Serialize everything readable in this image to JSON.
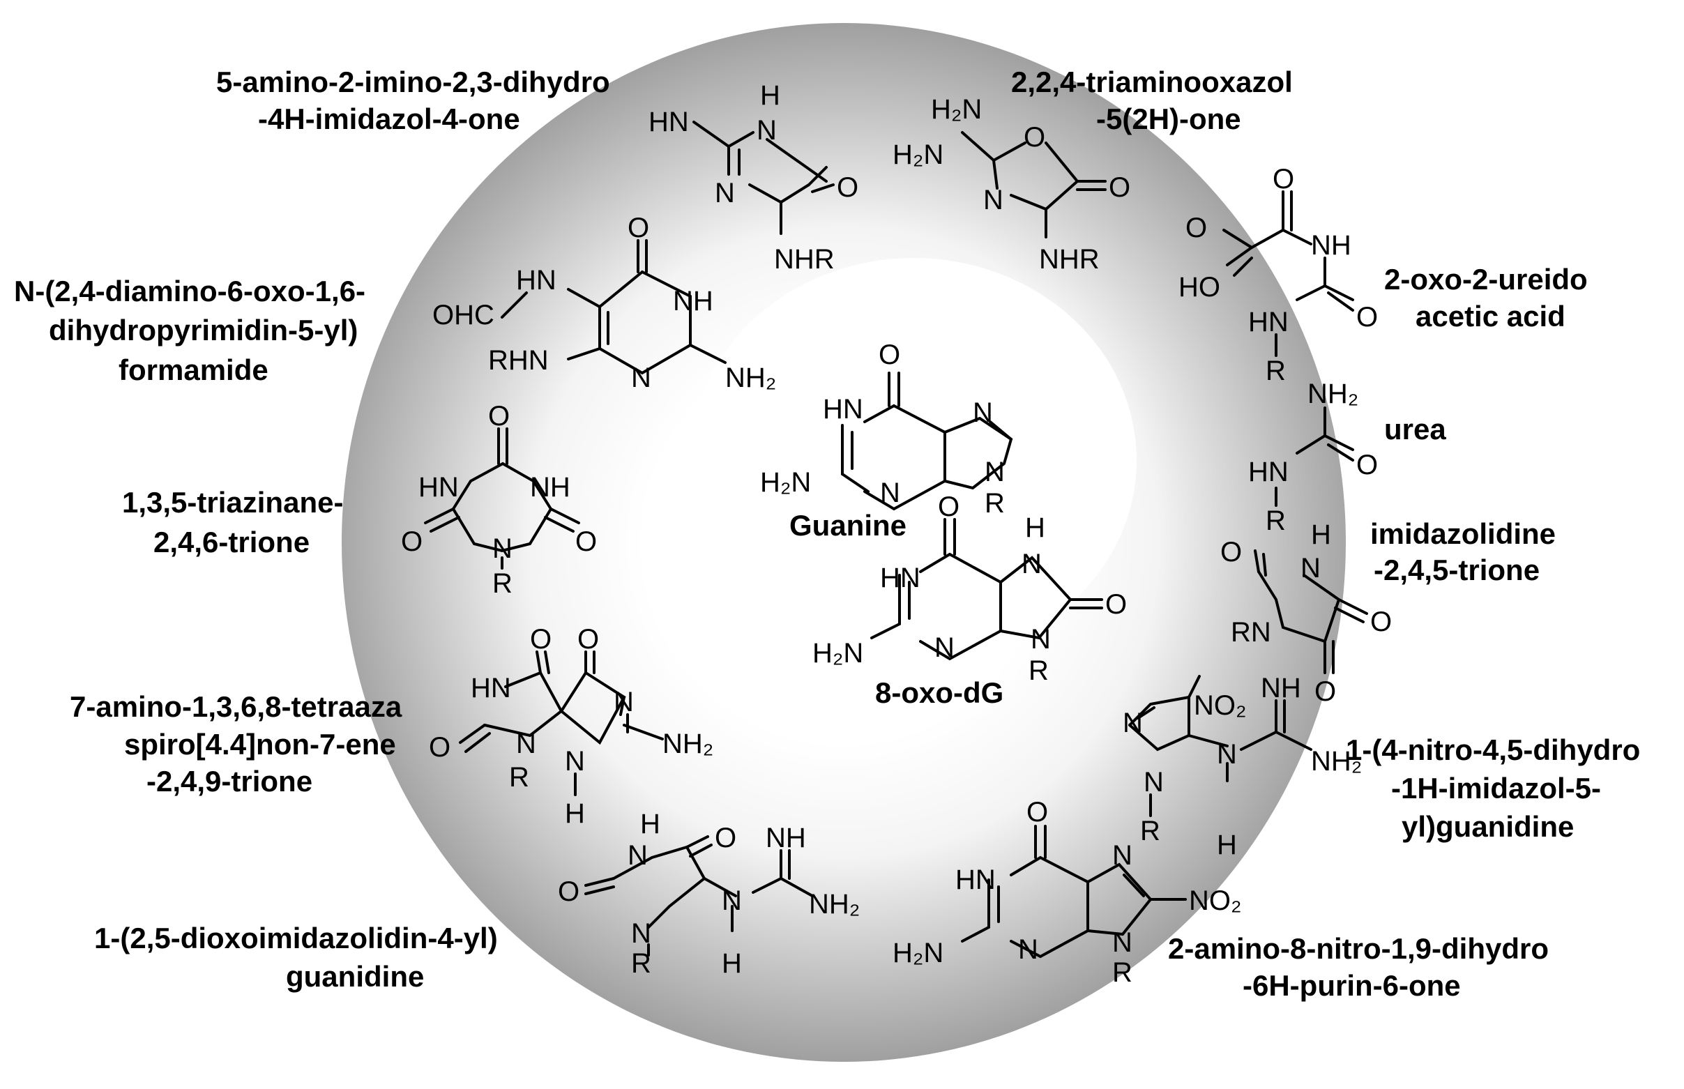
{
  "ring": {
    "outer": "#8a8a8a",
    "inner": "#f4f4f4",
    "hole": "#ffffff"
  },
  "center": {
    "guanine": "Guanine",
    "oxo": "8-oxo-dG"
  },
  "labels": {
    "c1a": "5-amino-2-imino-2,3-dihydro",
    "c1b": "-4H-imidazol-4-one",
    "c2a": "2,2,4-triaminooxazol",
    "c2b": "-5(2H)-one",
    "c3a": "2-oxo-2-ureido",
    "c3b": "acetic acid",
    "c4": "urea",
    "c5a": "imidazolidine",
    "c5b": "-2,4,5-trione",
    "c6a": "1-(4-nitro-4,5-dihydro",
    "c6b": "-1H-imidazol-5-",
    "c6c": "yl)guanidine",
    "c7a": "2-amino-8-nitro-1,9-dihydro",
    "c7b": "-6H-purin-6-one",
    "c8a": "1-(2,5-dioxoimidazolidin-4-yl)",
    "c8b": "guanidine",
    "c9a": "7-amino-1,3,6,8-tetraaza",
    "c9b": "spiro[4.4]non-7-ene",
    "c9c": "-2,4,9-trione",
    "c10a": "1,3,5-triazinane-",
    "c10b": "2,4,6-trione",
    "c11a": "N-(2,4-diamino-6-oxo-1,6-",
    "c11b": "dihydropyrimidin-5-yl)",
    "c11c": "formamide"
  },
  "atoms": {
    "O": "O",
    "N": "N",
    "NH": "NH",
    "HN": "HN",
    "H": "H",
    "R": "R",
    "NH2": "NH₂",
    "H2N": "H₂N",
    "NHR": "NHR",
    "RHN": "RHN",
    "RN": "RN",
    "HO": "HO",
    "OHC": "OHC",
    "NO2": "NO₂"
  }
}
